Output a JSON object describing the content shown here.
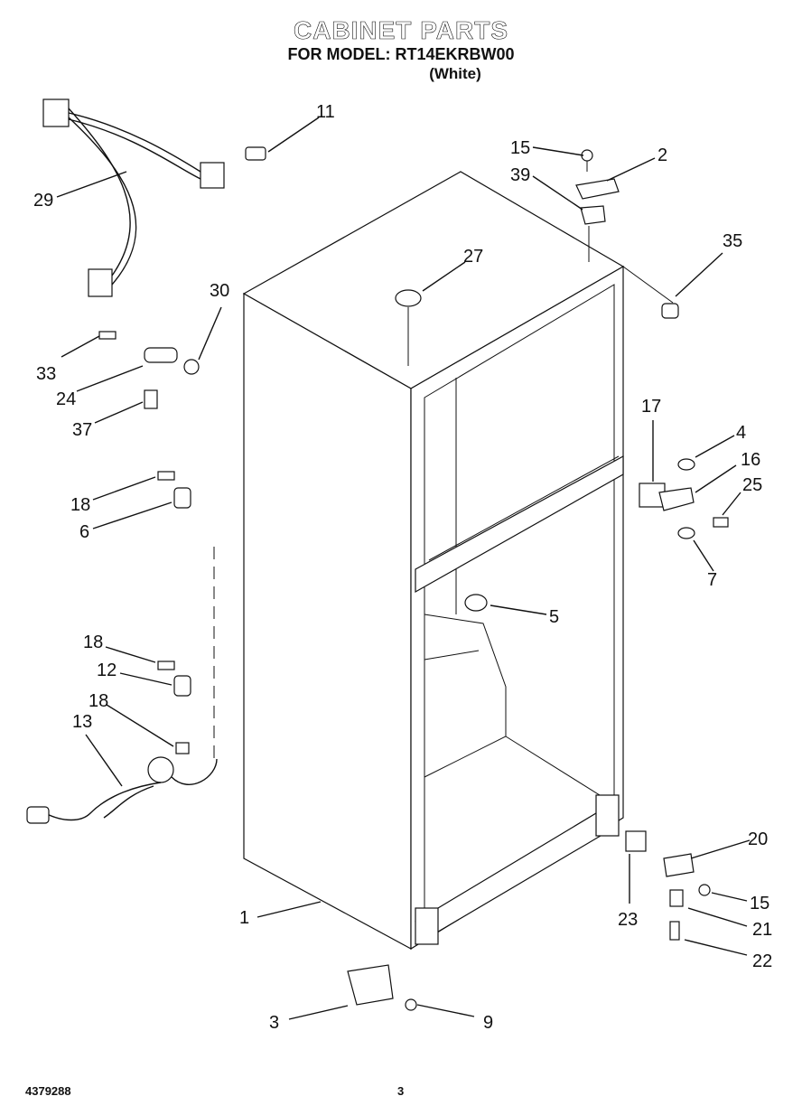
{
  "header": {
    "title": "CABINET PARTS",
    "model_line": "FOR MODEL: RT14EKRBW00",
    "color_line": "(White)"
  },
  "footer": {
    "doc_number": "4379288",
    "page_number": "3"
  },
  "callouts": [
    "1",
    "2",
    "3",
    "4",
    "5",
    "6",
    "7",
    "9",
    "11",
    "12",
    "13",
    "15",
    "15",
    "16",
    "17",
    "18",
    "18",
    "18",
    "20",
    "21",
    "22",
    "23",
    "24",
    "25",
    "27",
    "29",
    "30",
    "33",
    "35",
    "37",
    "39"
  ]
}
